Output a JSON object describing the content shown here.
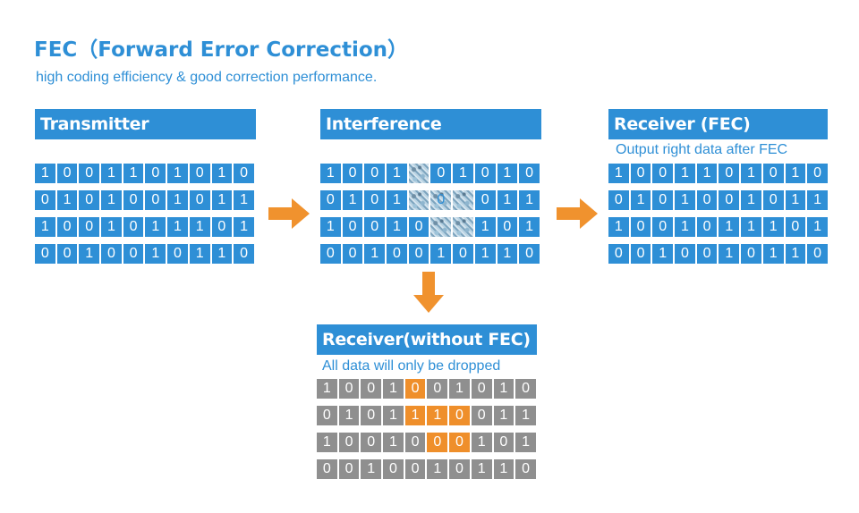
{
  "title": "FEC（Forward Error Correction）",
  "subtitle": "high coding efficiency & good correction performance.",
  "colors": {
    "blue": "#2e8fd6",
    "gray": "#8f8f8f",
    "orange": "#ef8f2b",
    "arrow": "#f0922e"
  },
  "transmitter": {
    "label": "Transmitter",
    "rows": [
      [
        "1",
        "0",
        "0",
        "1",
        "1",
        "0",
        "1",
        "0",
        "1",
        "0"
      ],
      [
        "0",
        "1",
        "0",
        "1",
        "0",
        "0",
        "1",
        "0",
        "1",
        "1"
      ],
      [
        "1",
        "0",
        "0",
        "1",
        "0",
        "1",
        "1",
        "1",
        "0",
        "1"
      ],
      [
        "0",
        "0",
        "1",
        "0",
        "0",
        "1",
        "0",
        "1",
        "1",
        "0"
      ]
    ]
  },
  "interference": {
    "label": "Interference",
    "rows": [
      [
        "1",
        "0",
        "0",
        "1",
        "",
        "0",
        "1",
        "0",
        "1",
        "0"
      ],
      [
        "0",
        "1",
        "0",
        "1",
        "",
        "0",
        "",
        "0",
        "1",
        "1"
      ],
      [
        "1",
        "0",
        "0",
        "1",
        "0",
        "",
        "",
        "1",
        "0",
        "1"
      ],
      [
        "0",
        "0",
        "1",
        "0",
        "0",
        "1",
        "0",
        "1",
        "1",
        "0"
      ]
    ],
    "noisy_cells": [
      [
        0,
        4
      ],
      [
        1,
        4
      ],
      [
        1,
        5
      ],
      [
        1,
        6
      ],
      [
        2,
        5
      ],
      [
        2,
        6
      ]
    ]
  },
  "receiver_fec": {
    "label": "Receiver (FEC)",
    "note": "Output right data after FEC",
    "rows": [
      [
        "1",
        "0",
        "0",
        "1",
        "1",
        "0",
        "1",
        "0",
        "1",
        "0"
      ],
      [
        "0",
        "1",
        "0",
        "1",
        "0",
        "0",
        "1",
        "0",
        "1",
        "1"
      ],
      [
        "1",
        "0",
        "0",
        "1",
        "0",
        "1",
        "1",
        "1",
        "0",
        "1"
      ],
      [
        "0",
        "0",
        "1",
        "0",
        "0",
        "1",
        "0",
        "1",
        "1",
        "0"
      ]
    ]
  },
  "receiver_no_fec": {
    "label": "Receiver(without FEC)",
    "note": "All data will only be dropped",
    "rows": [
      [
        "1",
        "0",
        "0",
        "1",
        "0",
        "0",
        "1",
        "0",
        "1",
        "0"
      ],
      [
        "0",
        "1",
        "0",
        "1",
        "1",
        "1",
        "0",
        "0",
        "1",
        "1"
      ],
      [
        "1",
        "0",
        "0",
        "1",
        "0",
        "0",
        "0",
        "1",
        "0",
        "1"
      ],
      [
        "0",
        "0",
        "1",
        "0",
        "0",
        "1",
        "0",
        "1",
        "1",
        "0"
      ]
    ],
    "error_cells": [
      [
        0,
        4
      ],
      [
        1,
        4
      ],
      [
        1,
        5
      ],
      [
        1,
        6
      ],
      [
        2,
        5
      ],
      [
        2,
        6
      ]
    ]
  }
}
